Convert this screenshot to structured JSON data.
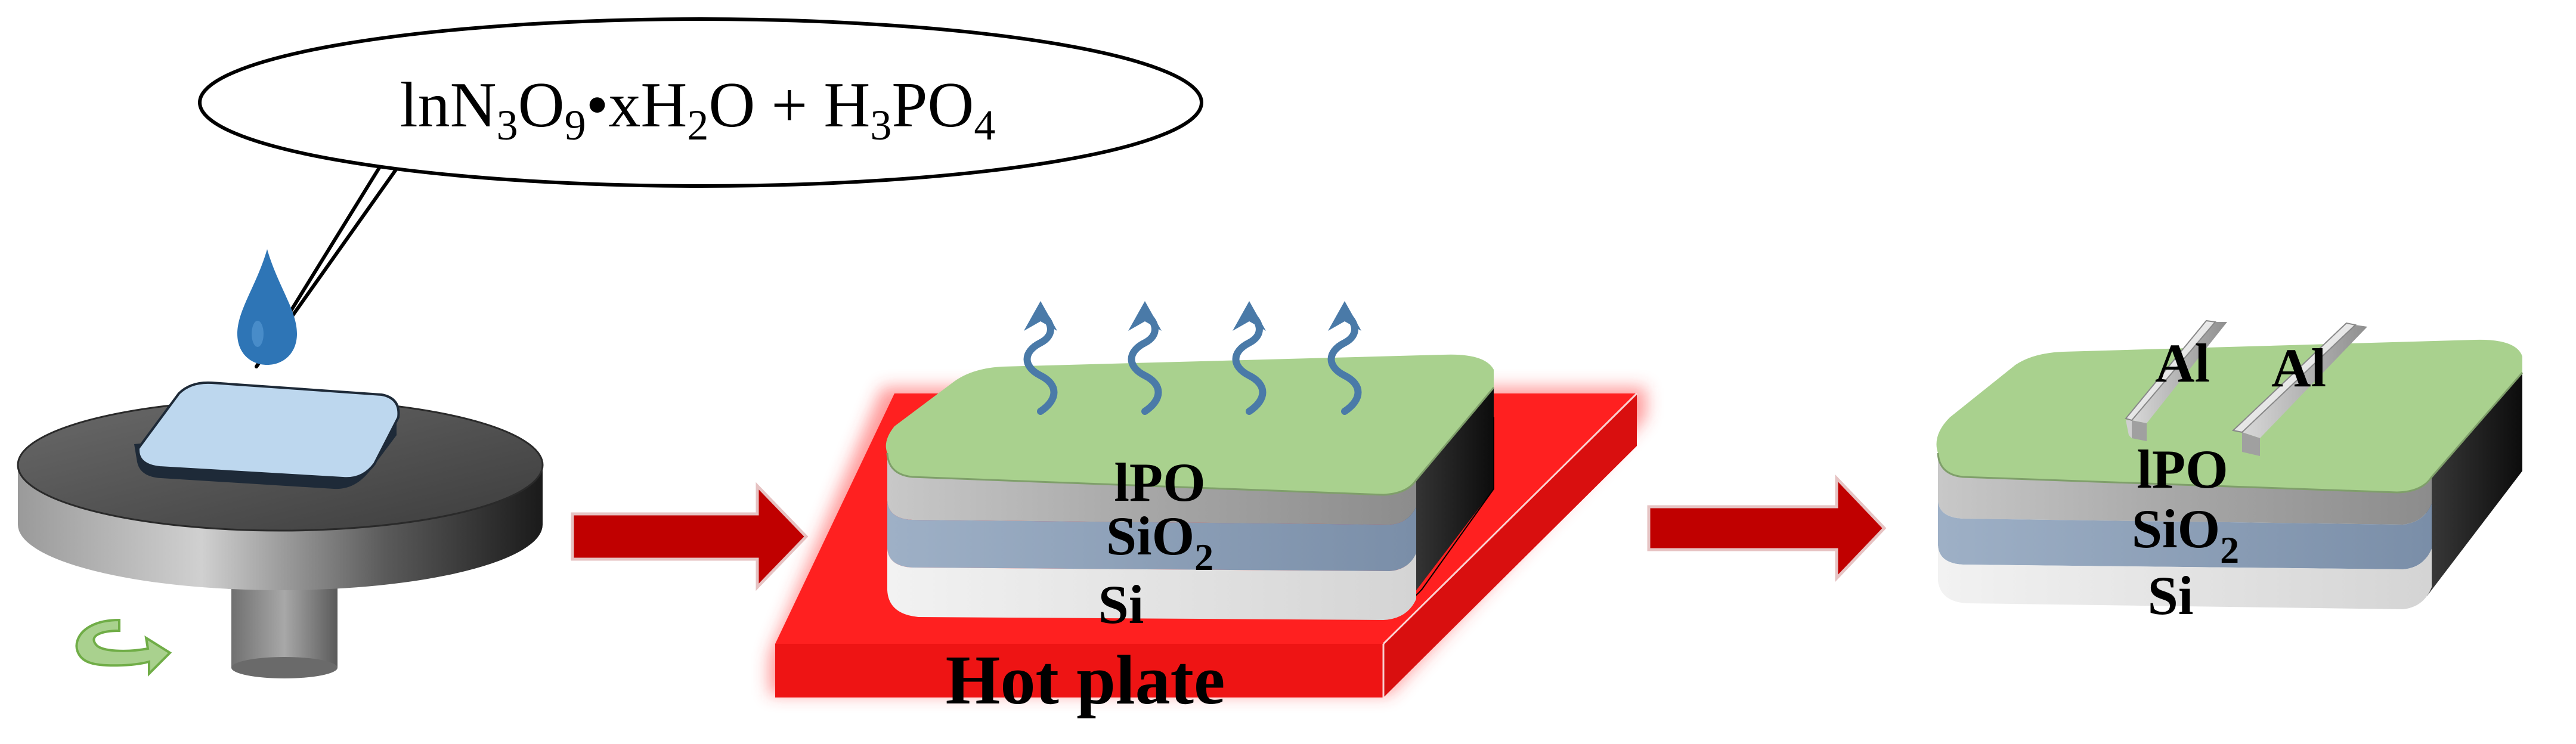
{
  "speech_bubble": {
    "formula_parts": [
      {
        "text": "lnN",
        "sub": false
      },
      {
        "text": "3",
        "sub": true
      },
      {
        "text": "O",
        "sub": false
      },
      {
        "text": "9",
        "sub": true
      },
      {
        "text": "•xH",
        "sub": false
      },
      {
        "text": "2",
        "sub": true
      },
      {
        "text": "O + H",
        "sub": false
      },
      {
        "text": "3",
        "sub": true
      },
      {
        "text": "PO",
        "sub": false
      },
      {
        "text": "4",
        "sub": true
      }
    ]
  },
  "step2": {
    "layer_ipo": "lPO",
    "layer_sio2": "SiO",
    "layer_sio2_sub": "2",
    "layer_si": "Si",
    "hot_plate": "Hot plate"
  },
  "step3": {
    "electrode_left": "Al",
    "electrode_right": "Al",
    "layer_ipo": "lPO",
    "layer_sio2": "SiO",
    "layer_sio2_sub": "2",
    "layer_si": "Si"
  },
  "colors": {
    "film_green": "#a9d18e",
    "layer_gray": "#a6a6a6",
    "layer_blue": "#8497b0",
    "layer_white": "#e6e6e6",
    "substrate_side": "#1a1a1a",
    "arrow_red": "#c00000",
    "hot_plate_red": "#ff2020",
    "drop_blue": "#2e75b6",
    "vapor_blue": "#4a7aa8",
    "rotate_green": "#a9d18e",
    "chuck_dark": "#3a3a3a",
    "wafer_light": "#bdd7ee"
  }
}
